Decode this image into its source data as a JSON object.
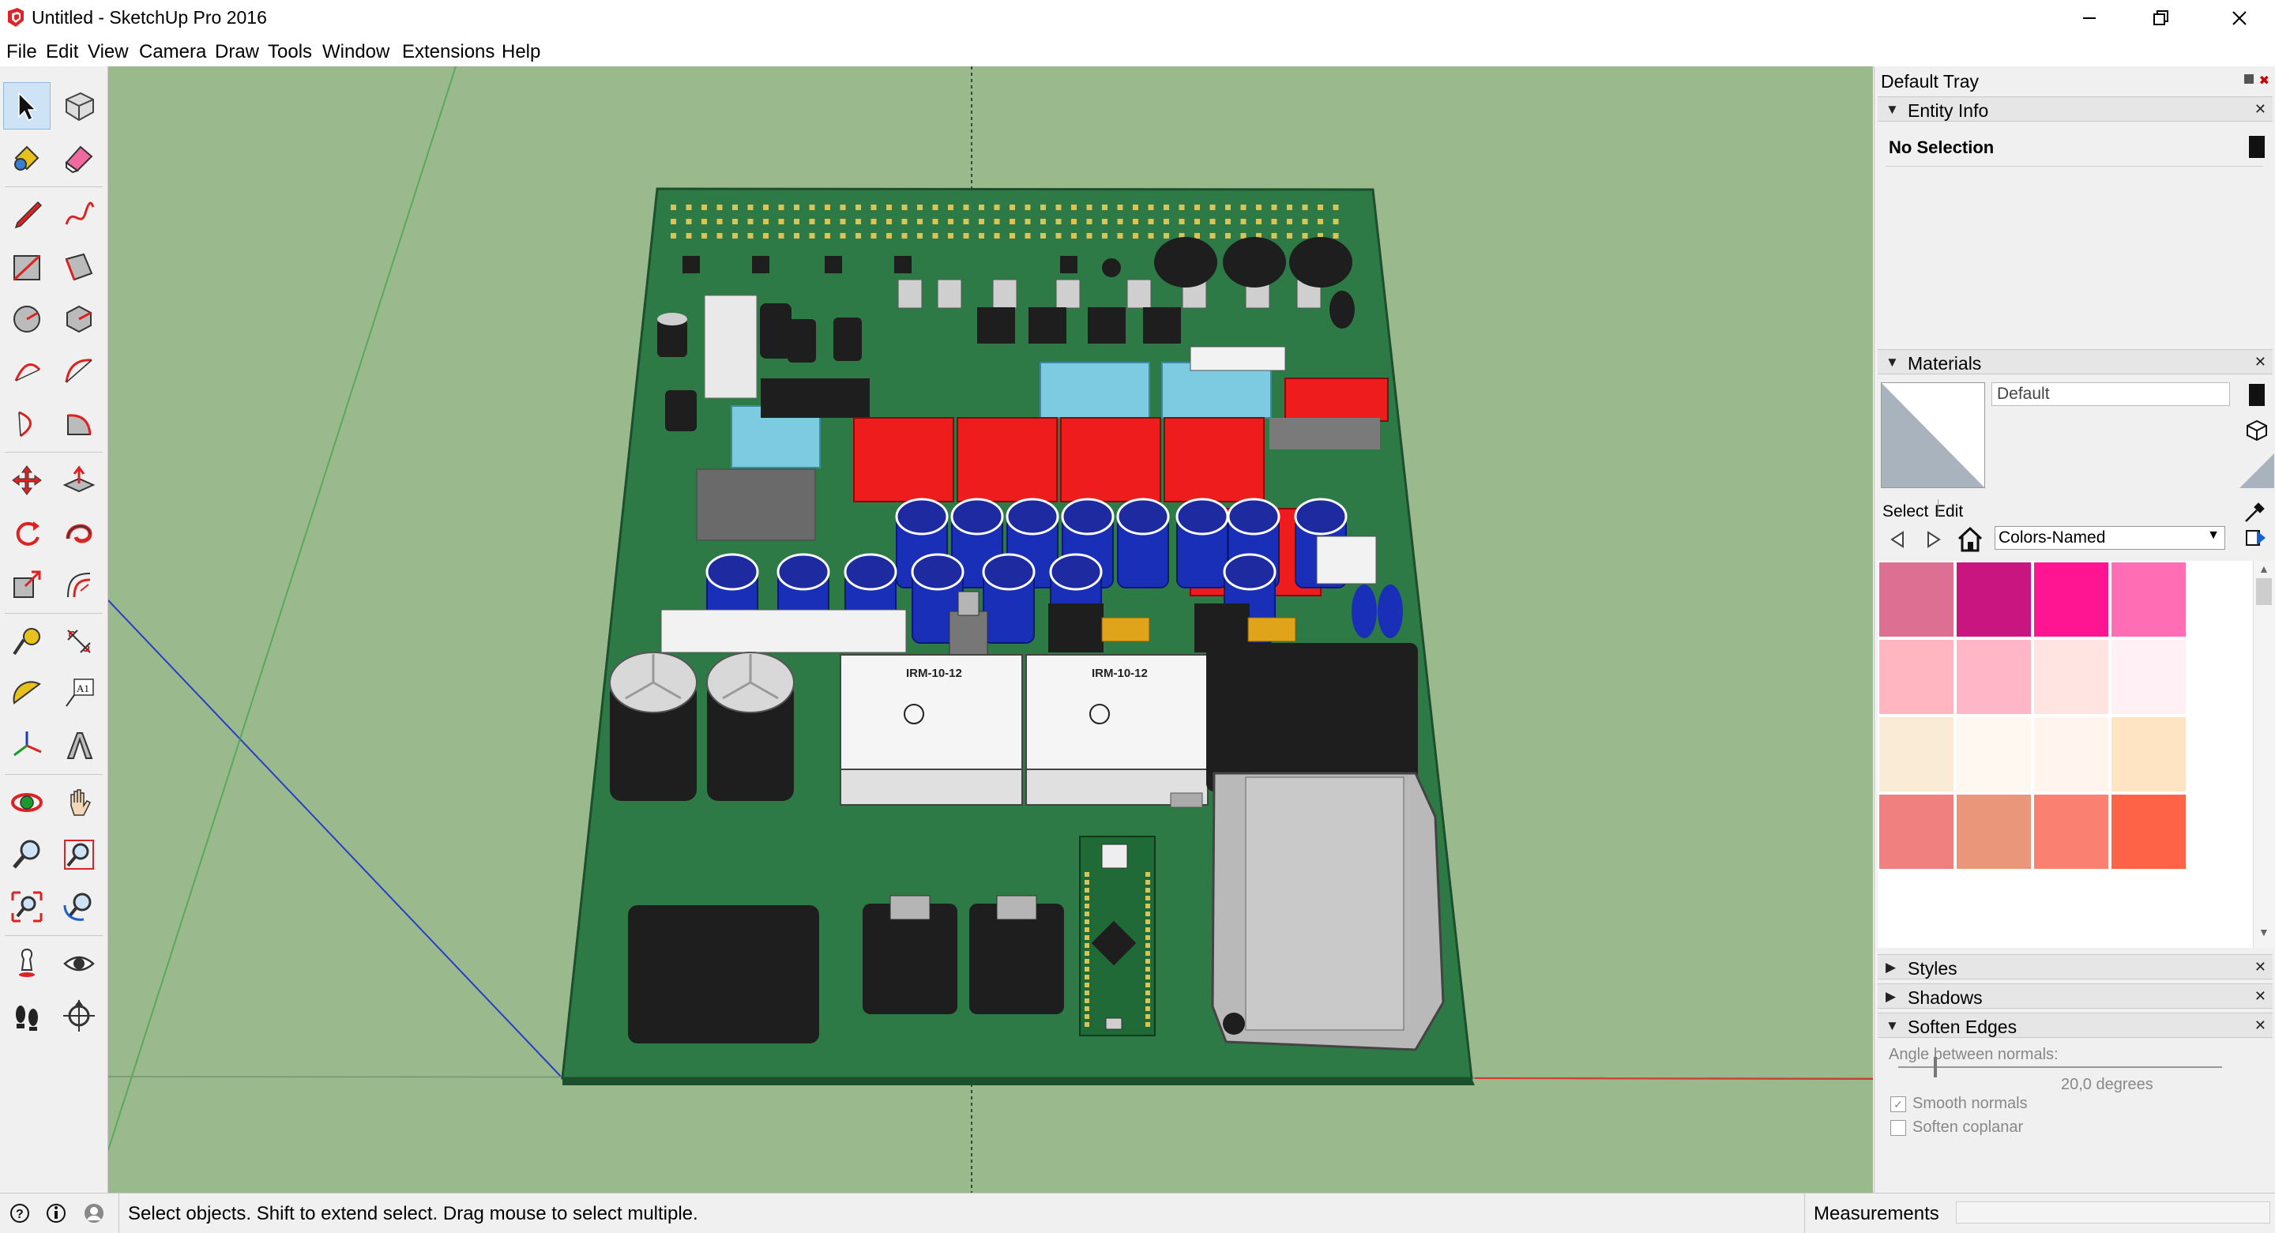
{
  "window": {
    "title": "Untitled - SketchUp Pro 2016",
    "minimize_icon": "minimize-icon",
    "maximize_icon": "restore-icon",
    "close_icon": "close-icon"
  },
  "menu": {
    "items": [
      {
        "label": "File"
      },
      {
        "label": "Edit"
      },
      {
        "label": "View"
      },
      {
        "label": "Camera"
      },
      {
        "label": "Draw"
      },
      {
        "label": "Tools"
      },
      {
        "label": "Window"
      },
      {
        "label": "Extensions"
      },
      {
        "label": "Help"
      }
    ]
  },
  "toolbar": {
    "tools": [
      "select-icon",
      "make-component-icon",
      "paint-bucket-icon",
      "eraser-icon",
      "line-icon",
      "freehand-icon",
      "rectangle-icon",
      "rotated-rectangle-icon",
      "circle-icon",
      "polygon-icon",
      "arc-icon",
      "two-point-arc-icon",
      "three-point-arc-icon",
      "pie-icon",
      "move-icon",
      "push-pull-icon",
      "rotate-icon",
      "follow-me-icon",
      "scale-icon",
      "offset-icon",
      "tape-measure-icon",
      "dimension-icon",
      "protractor-icon",
      "text-icon",
      "axes-icon",
      "3d-text-icon",
      "orbit-icon",
      "pan-icon",
      "zoom-icon",
      "zoom-window-icon",
      "zoom-extents-icon",
      "previous-view-icon",
      "position-camera-icon",
      "look-around-icon",
      "walk-icon",
      "section-plane-icon"
    ],
    "text_tool_label": "A1"
  },
  "tray": {
    "title": "Default Tray",
    "entity_info": {
      "title": "Entity Info",
      "selection": "No Selection"
    },
    "materials": {
      "title": "Materials",
      "current_material": "Default",
      "tab_select": "Select",
      "tab_edit": "Edit",
      "library": "Colors-Named",
      "swatches": [
        "#dd6f93",
        "#c8157f",
        "#ff1592",
        "#ff6eb4",
        "#ffb6c1",
        "#ffb6c6",
        "#ffe4e1",
        "#fff0f5",
        "#faebd7",
        "#fff8f1",
        "#fff5ee",
        "#ffe4c4",
        "#f08080",
        "#e9967a",
        "#fa8072",
        "#ff6347"
      ]
    },
    "styles": {
      "title": "Styles"
    },
    "shadows": {
      "title": "Shadows"
    },
    "soften_edges": {
      "title": "Soften Edges",
      "angle_label": "Angle between normals:",
      "angle_value": "20,0  degrees",
      "slider_fraction": 0.11,
      "smooth_normals": "Smooth normals",
      "smooth_normals_checked": true,
      "soften_coplanar": "Soften coplanar",
      "soften_coplanar_checked": false
    }
  },
  "status": {
    "message": "Select objects. Shift to extend select. Drag mouse to select multiple.",
    "measurements_label": "Measurements"
  },
  "model": {
    "psu_label": "IRM-10-12",
    "colors": {
      "pcb": "#2e7a46",
      "pcb_edge": "#1c4f2b",
      "ground": "#9aba8e",
      "relay_red": "#ee1c1c",
      "relay_blue": "#7ccbe0",
      "capacitor_blue": "#1a2fb8",
      "connector_black": "#1e1e1e"
    }
  }
}
